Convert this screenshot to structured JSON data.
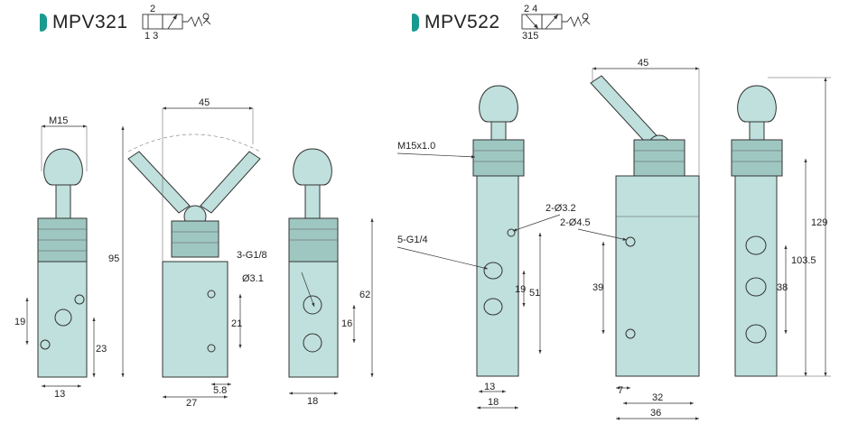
{
  "models": [
    {
      "name": "MPV321",
      "symbol_ports": {
        "top": "2",
        "bottom": "1 3"
      }
    },
    {
      "name": "MPV522",
      "symbol_ports": {
        "top": "2 4",
        "bottom": "315"
      }
    }
  ],
  "mpv321": {
    "dims": {
      "thread": "M15",
      "height_total": "95",
      "swing_width": "45",
      "port_spacing_side": "19",
      "port_height": "23",
      "width_front": "13",
      "width_side": "27",
      "offset": "5.8",
      "hole_spacing": "21",
      "width_right": "18",
      "height_right": "62",
      "port_spacing_right": "16"
    },
    "callouts": {
      "ports": "3-G1/8",
      "hole": "Ø3.1"
    }
  },
  "mpv522": {
    "dims": {
      "thread": "M15x1.0",
      "swing_width": "45",
      "port_spacing": "19",
      "port_range": "51",
      "front_inner": "13",
      "front_width": "18",
      "hole_spacing": "39",
      "bottom_offset": "7",
      "width_inner": "32",
      "width_total": "36",
      "height_total": "129",
      "height_body": "103.5",
      "port_spacing_side": "38"
    },
    "callouts": {
      "ports": "5-G1/4",
      "hole_small": "2-Ø3.2",
      "hole_large": "2-Ø4.5"
    }
  }
}
